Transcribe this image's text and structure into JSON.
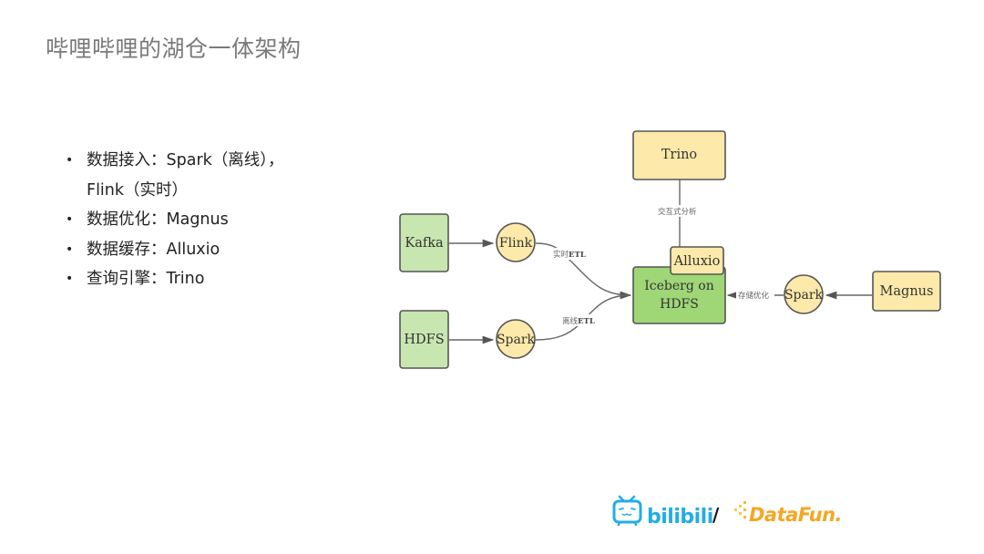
{
  "title": "哔哩哔哩的湖仓一体架构",
  "bullets": [
    {
      "text": "数据接入：Spark（离线），",
      "continuation": "Flink（实时）"
    },
    {
      "text": "数据优化：Magnus"
    },
    {
      "text": "数据缓存：Alluxio"
    },
    {
      "text": "查询引擎：Trino"
    }
  ],
  "diagram": {
    "nodes": {
      "kafka": {
        "label": "Kafka",
        "shape": "rect",
        "color": "#c8e6b0"
      },
      "hdfs": {
        "label": "HDFS",
        "shape": "rect",
        "color": "#c8e6b0"
      },
      "flink": {
        "label": "Flink",
        "shape": "circle",
        "color": "#fde9a9"
      },
      "spark_ingest": {
        "label": "Spark",
        "shape": "circle",
        "color": "#fde9a9"
      },
      "iceberg": {
        "label_line1": "Iceberg on",
        "label_line2": "HDFS",
        "shape": "rect",
        "color": "#9fd676"
      },
      "alluxio": {
        "label": "Alluxio",
        "shape": "rect",
        "color": "#fde9a9"
      },
      "trino": {
        "label": "Trino",
        "shape": "rect",
        "color": "#fde9a9"
      },
      "spark_opt": {
        "label": "Spark",
        "shape": "circle",
        "color": "#fde9a9"
      },
      "magnus": {
        "label": "Magnus",
        "shape": "rect",
        "color": "#fde9a9"
      }
    },
    "edges": {
      "realtime_etl": {
        "label_cn": "实时",
        "label_en": "ETL"
      },
      "offline_etl": {
        "label_cn": "离线",
        "label_en": "ETL"
      },
      "interactive": {
        "label": "交互式分析"
      },
      "storage_opt": {
        "label": "存储优化"
      }
    }
  },
  "logos": {
    "bilibili": "bilibili",
    "separator": "/",
    "datafun": "DataFun."
  },
  "colors": {
    "bilibili_blue": "#23ade5",
    "datafun_orange": "#f5a623",
    "stroke": "#555555",
    "edge": "#666666"
  }
}
